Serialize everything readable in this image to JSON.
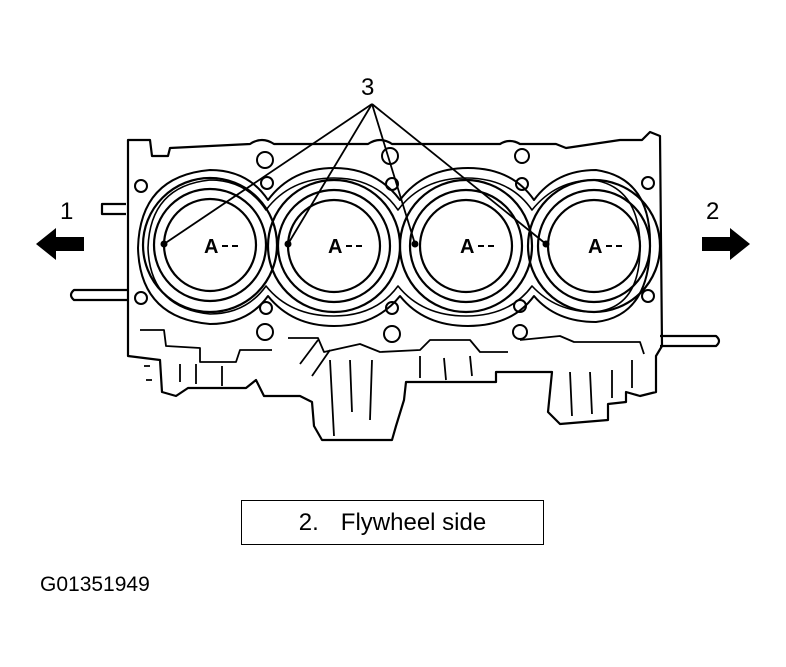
{
  "callouts": {
    "left": "1",
    "right": "2",
    "top": "3"
  },
  "cylinder_mark": "A",
  "legend": {
    "number": "2.",
    "text": "Flywheel side"
  },
  "figure_id": "G01351949",
  "colors": {
    "line": "#000000",
    "background": "#ffffff"
  },
  "icons": {
    "left_arrow": "arrow-left-icon",
    "right_arrow": "arrow-right-icon"
  }
}
